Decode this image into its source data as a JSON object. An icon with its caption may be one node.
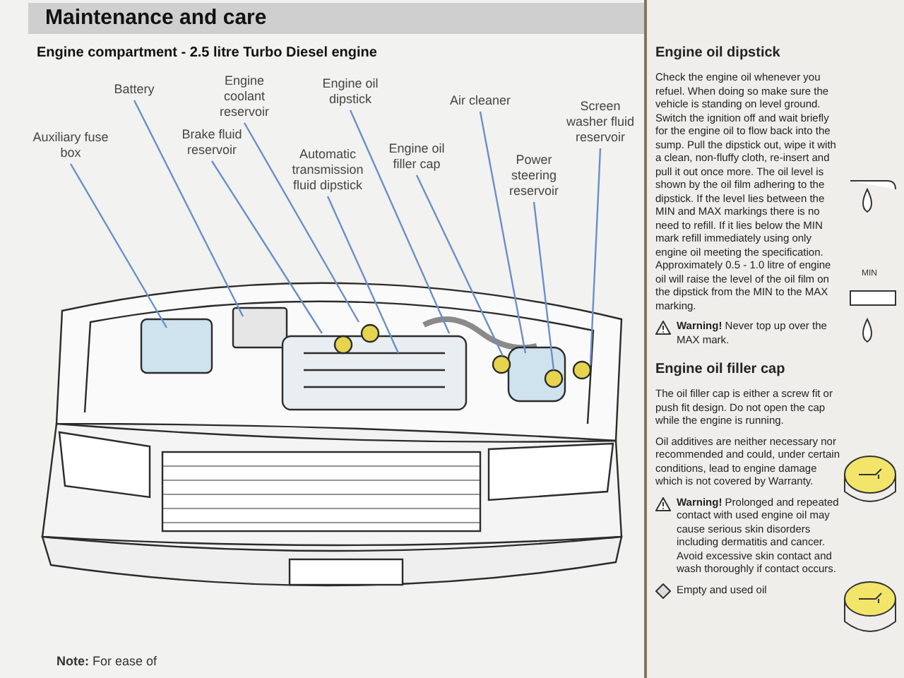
{
  "diagram": {
    "title": "Maintenance and care",
    "nodes": [
      {
        "text": [
          "Auxiliary fuse box"
        ]
      },
      {
        "text": [
          "Battery"
        ]
      },
      {
        "text": [
          "Brake fluid reservoir"
        ]
      },
      {
        "text": [
          "Engine coolant reservoir"
        ]
      },
      {
        "text": [
          "Automatic transmission fluid dipstick"
        ]
      },
      {
        "text": [
          "Engine oil dipstick"
        ]
      },
      {
        "text": [
          "Engine oil filler cap"
        ]
      },
      {
        "text": [
          "Air cleaner"
        ]
      },
      {
        "text": [
          "Power steering reservoir"
        ]
      },
      {
        "text": [
          "Screen washer fluid reservoir"
        ]
      }
    ],
    "edges": [
      {
        "from": 0,
        "to": null,
        "arrow": "none"
      },
      {
        "from": 1,
        "to": null,
        "arrow": "none"
      },
      {
        "from": 2,
        "to": null,
        "arrow": "none"
      },
      {
        "from": 3,
        "to": null,
        "arrow": "none"
      },
      {
        "from": 4,
        "to": null,
        "arrow": "none"
      },
      {
        "from": 5,
        "to": null,
        "arrow": "none"
      },
      {
        "from": 6,
        "to": null,
        "arrow": "none"
      },
      {
        "from": 7,
        "to": null,
        "arrow": "none"
      },
      {
        "from": 8,
        "to": null,
        "arrow": "none"
      },
      {
        "from": 9,
        "to": null,
        "arrow": "none"
      }
    ],
    "labels": [
      "Engine compartment - 2.5 litre Turbo Diesel engine",
      "Engine oil dipstick",
      "Check the engine oil whenever you refuel. When doing so make sure the vehicle is standing on level ground. Switch the ignition off and wait briefly for the engine oil to flow back into the sump. Pull the dipstick out, wipe it with a clean, non-fluffy cloth, re-insert and pull it out once more. The oil level is shown by the oil film adhering to the dipstick. If the level lies between the MIN and MAX markings there is no need to refill. If it lies below the MIN mark refill immediately using only engine oil meeting the specification. Approximately 0.5 - 1.0 litre of engine oil will raise the level of the oil film on the dipstick from the MIN to the MAX marking.",
      "**Warning!** Never top up over the MAX mark.",
      "MIN",
      "Engine oil filler cap",
      "The oil filler cap is either a screw fit or push fit design. Do not open the cap while the engine is running.",
      "Oil additives are neither necessary nor recommended and could, under certain conditions, lead to engine damage which is not covered by Warranty.",
      "**Warning!** Prolonged and repeated contact with used engine oil may cause serious skin disorders including dermatitis and cancer. Avoid excessive skin contact and wash thoroughly if contact occurs.",
      "Empty and used oil",
      "**Note:** For ease of"
    ]
  }
}
